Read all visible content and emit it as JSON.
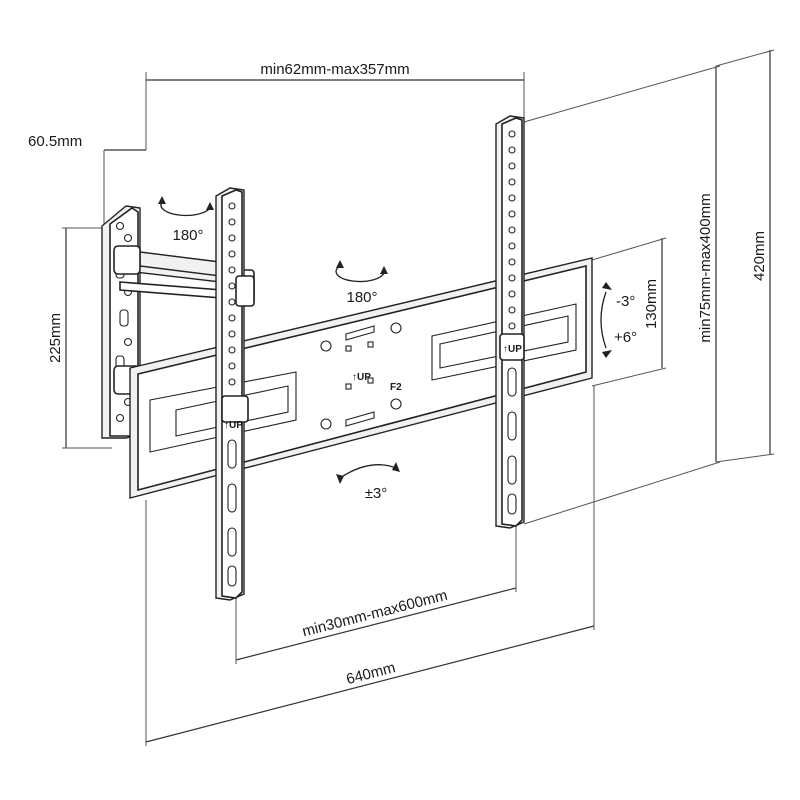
{
  "dimensions": {
    "arm_extension": "min62mm-max357mm",
    "wall_offset": "60.5mm",
    "wall_plate_height": "225mm",
    "tilt_range_height": "130mm",
    "vertical_hole_spacing": "min75mm-max400mm",
    "overall_height": "420mm",
    "horizontal_hole_spacing": "min30mm-max600mm",
    "overall_width": "640mm"
  },
  "rotations": {
    "arm_swivel": "180°",
    "head_swivel": "180°",
    "tilt_up": "-3°",
    "tilt_down": "+6°",
    "level_adjust": "±3°"
  },
  "plate_marks": {
    "up_mark": "↑UP",
    "f2_mark": "F2",
    "left_bracket_mark": "↑UP",
    "right_bracket_mark": "↑UP"
  }
}
